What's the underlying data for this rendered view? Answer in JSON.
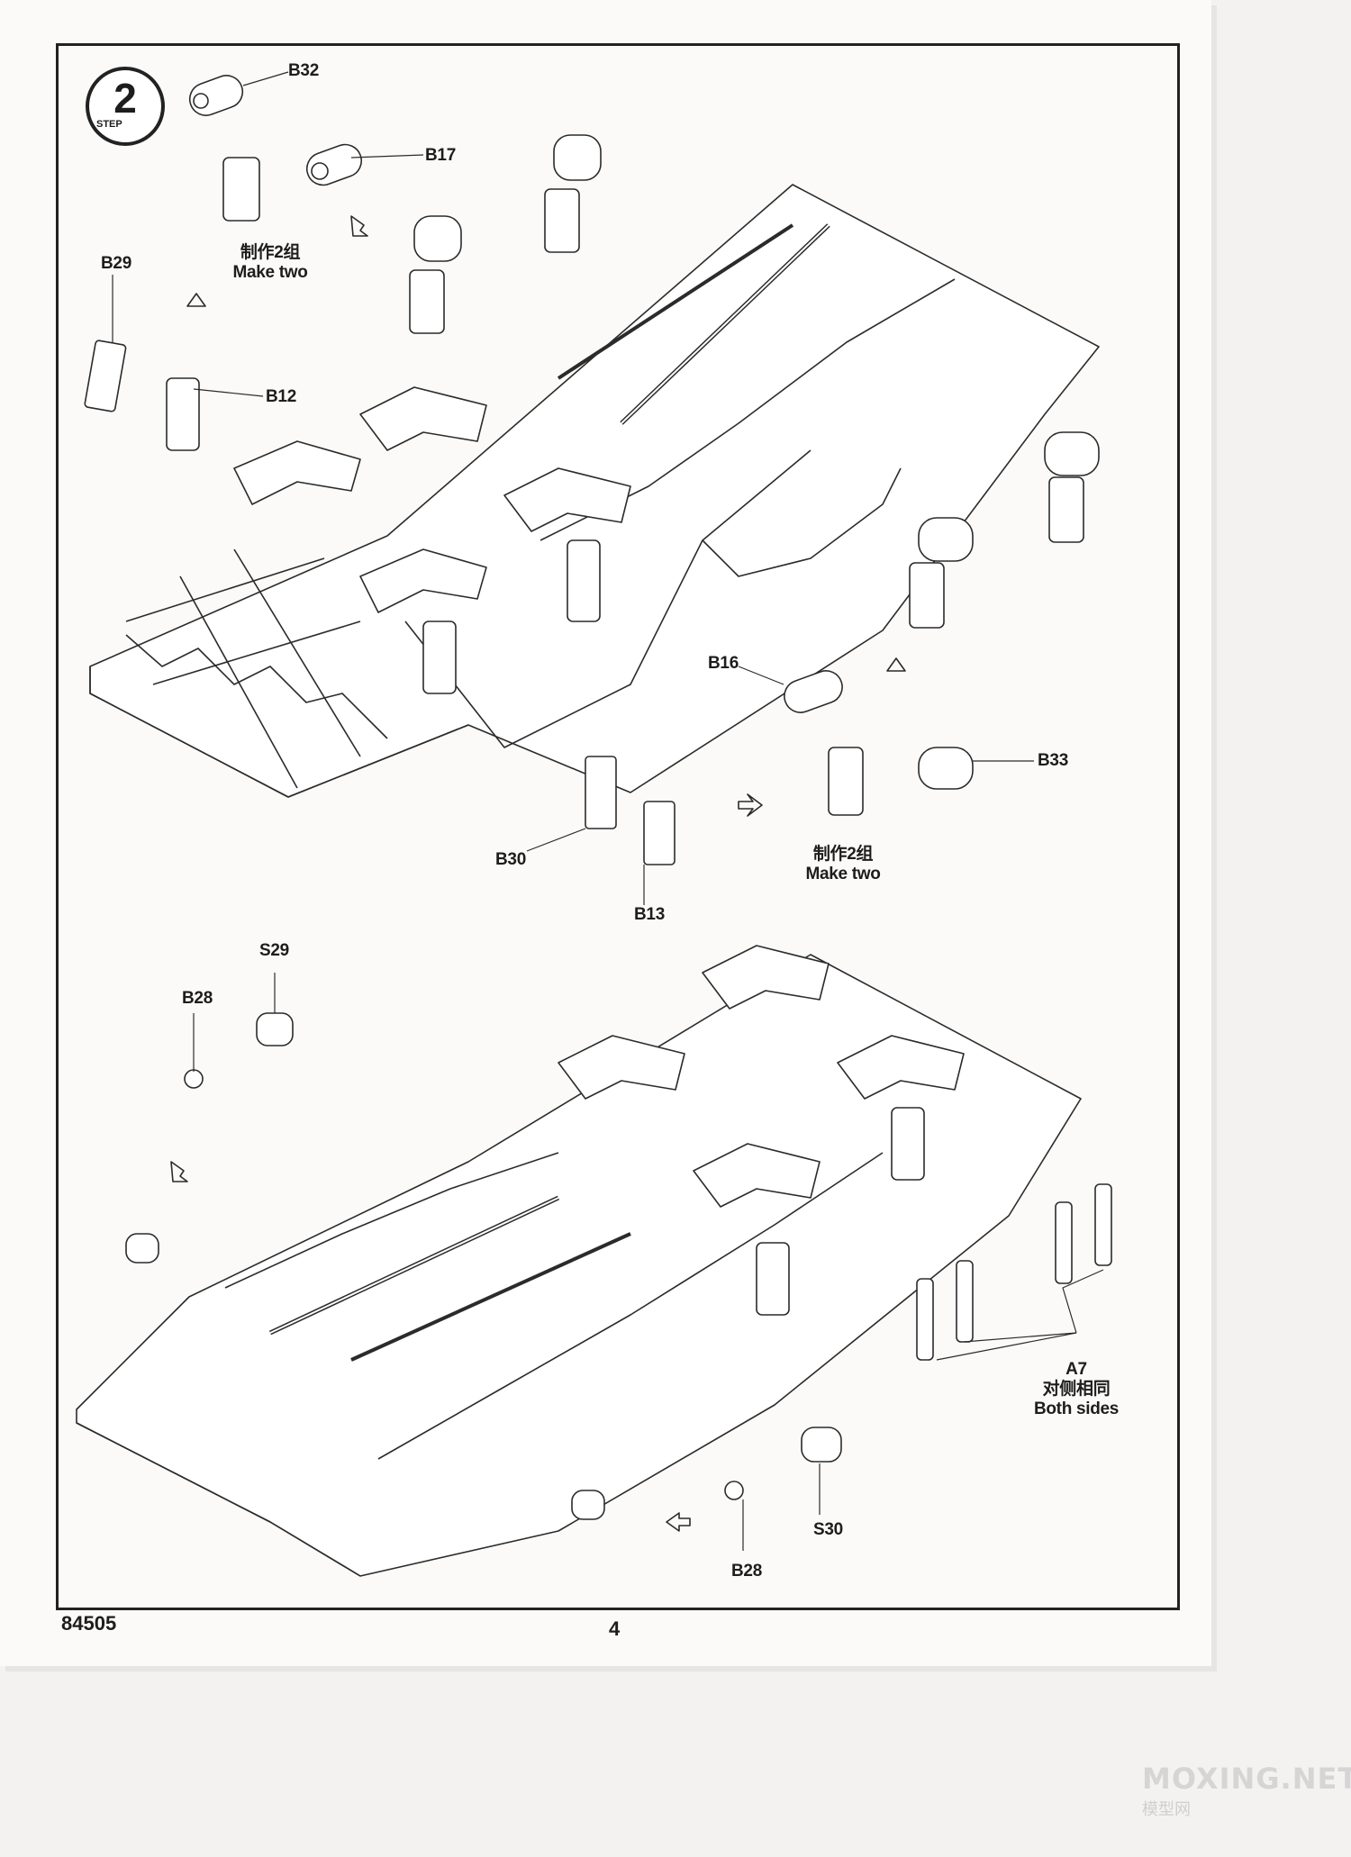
{
  "step": {
    "number": "2",
    "word": "STEP"
  },
  "labels": {
    "b32": "B32",
    "b17": "B17",
    "b29": "B29",
    "b12": "B12",
    "b16": "B16",
    "b33": "B33",
    "b30": "B30",
    "b13": "B13",
    "s29": "S29",
    "b28_top": "B28",
    "b28_bottom": "B28",
    "s30": "S30",
    "a7": "A7"
  },
  "notes": {
    "make_two_top_cn": "制作2组",
    "make_two_top_en": "Make two",
    "make_two_mid_cn": "制作2组",
    "make_two_mid_en": "Make two",
    "both_sides_cn": "对侧相同",
    "both_sides_en": "Both sides"
  },
  "footer": {
    "code": "84505",
    "page": "4"
  },
  "watermark": {
    "brand": "MOXING.NET",
    "cn": "模型网"
  }
}
